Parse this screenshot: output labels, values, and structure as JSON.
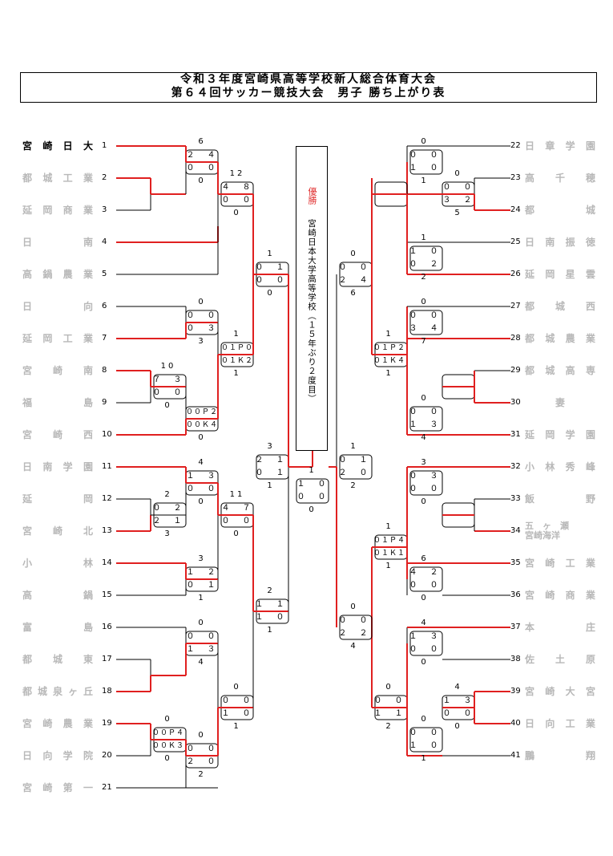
{
  "title": {
    "line1": "令和３年度宮崎県高等学校新人総合体育大会",
    "line2": "第６４回サッカー競技大会　男子 勝ち上がり表"
  },
  "champion": {
    "label": "優勝",
    "name": "宮崎日本大学高等学校（１５年ぶり２度目）"
  },
  "colors": {
    "win_line": "#e02020",
    "lose_line": "#000000",
    "eliminated_text": "#b8b8b8"
  },
  "teams_left": [
    {
      "seed": "1",
      "name": "宮崎日大"
    },
    {
      "seed": "2",
      "name": "都城工業"
    },
    {
      "seed": "3",
      "name": "延岡商業"
    },
    {
      "seed": "4",
      "name": "日　　南"
    },
    {
      "seed": "5",
      "name": "高鍋農業"
    },
    {
      "seed": "6",
      "name": "日　　向"
    },
    {
      "seed": "7",
      "name": "延岡工業"
    },
    {
      "seed": "8",
      "name": "宮　崎　南"
    },
    {
      "seed": "9",
      "name": "福　　島"
    },
    {
      "seed": "10",
      "name": "宮　崎　西"
    },
    {
      "seed": "11",
      "name": "日南学園"
    },
    {
      "seed": "12",
      "name": "延　　岡"
    },
    {
      "seed": "13",
      "name": "宮　崎　北"
    },
    {
      "seed": "14",
      "name": "小　　林"
    },
    {
      "seed": "15",
      "name": "高　　鍋"
    },
    {
      "seed": "16",
      "name": "富　　島"
    },
    {
      "seed": "17",
      "name": "都　城　東"
    },
    {
      "seed": "18",
      "name": "都城泉ヶ丘"
    },
    {
      "seed": "19",
      "name": "宮崎農業"
    },
    {
      "seed": "20",
      "name": "日向学院"
    },
    {
      "seed": "21",
      "name": "宮崎第一"
    }
  ],
  "teams_right": [
    {
      "seed": "22",
      "name": "日章学園"
    },
    {
      "seed": "23",
      "name": "高　千　穂"
    },
    {
      "seed": "24",
      "name": "都　　城"
    },
    {
      "seed": "25",
      "name": "日南振徳"
    },
    {
      "seed": "26",
      "name": "延岡星雲"
    },
    {
      "seed": "27",
      "name": "都　城　西"
    },
    {
      "seed": "28",
      "name": "都城農業"
    },
    {
      "seed": "29",
      "name": "都城高専"
    },
    {
      "seed": "30",
      "name": "妻"
    },
    {
      "seed": "31",
      "name": "延岡学園"
    },
    {
      "seed": "32",
      "name": "小林秀峰"
    },
    {
      "seed": "33",
      "name": "飯　　野"
    },
    {
      "seed": "34",
      "name": "五ヶ瀬宮崎海洋",
      "line1": "五　ヶ　瀬",
      "line2": "宮崎海洋"
    },
    {
      "seed": "35",
      "name": "宮崎工業"
    },
    {
      "seed": "36",
      "name": "宮崎商業"
    },
    {
      "seed": "37",
      "name": "本　　庄"
    },
    {
      "seed": "38",
      "name": "佐　土　原"
    },
    {
      "seed": "39",
      "name": "宮崎大宮"
    },
    {
      "seed": "40",
      "name": "日向工業"
    },
    {
      "seed": "41",
      "name": "鵬　　翔"
    }
  ],
  "scores": {
    "m1": {
      "total_top": "6",
      "half1": "２　４",
      "half2": "０　０",
      "total_bottom": "0"
    },
    "m2": {
      "total_top": "12",
      "half1": "４　８",
      "half2": "０　０",
      "total_bottom": "0"
    },
    "m3": {
      "total_top": "1",
      "half1": "０　１",
      "half2": "０　０",
      "total_bottom": "0"
    },
    "m4": {
      "total_top": "0",
      "half1": "０　０",
      "half2": "０　３",
      "total_bottom": "3"
    },
    "m5": {
      "total_top": "1",
      "half1": "０１Ｐ０",
      "half2": "０１Ｋ２",
      "total_bottom": "1"
    },
    "m6": {
      "total_top": "10",
      "half1": "７　３",
      "half2": "０　０",
      "total_bottom": "0"
    },
    "m7": {
      "total_top": "",
      "half1": "００Ｐ２",
      "half2": "００Ｋ４",
      "total_bottom": "0"
    },
    "m8": {
      "total_top": "3",
      "half1": "２　１",
      "half2": "０　１",
      "total_bottom": "1"
    },
    "m9": {
      "total_top": "4",
      "half1": "１　３",
      "half2": "０　０",
      "total_bottom": "0"
    },
    "m10": {
      "total_top": "2",
      "half1": "０　２",
      "half2": "２　１",
      "total_bottom": "3"
    },
    "m11": {
      "total_top": "11",
      "half1": "４　７",
      "half2": "０　０",
      "total_bottom": "0"
    },
    "m12": {
      "total_top": "3",
      "half1": "１　２",
      "half2": "０　１",
      "total_bottom": "1"
    },
    "m13": {
      "total_top": "2",
      "half1": "１　１",
      "half2": "１　０",
      "total_bottom": "1"
    },
    "m14": {
      "total_top": "0",
      "half1": "０　０",
      "half2": "１　３",
      "total_bottom": "4"
    },
    "m15": {
      "total_top": "0",
      "half1": "０　０",
      "half2": "１　０",
      "total_bottom": "1"
    },
    "m16": {
      "total_top": "0",
      "half1": "００Ｐ４",
      "half2": "００Ｋ３",
      "total_bottom": "0"
    },
    "m17": {
      "total_top": "0",
      "half1": "０　０",
      "half2": "２　０",
      "total_bottom": "2"
    },
    "final": {
      "total_top": "1",
      "half1": "１　０",
      "half2": "０　０",
      "total_bottom": "0"
    },
    "r1": {
      "total_top": "0",
      "half1": "０　０",
      "half2": "１　０",
      "total_bottom": "1"
    },
    "r2": {
      "total_top": "0",
      "half1": "０　０",
      "half2": "３　２",
      "total_bottom": "5"
    },
    "r3": {
      "total_top": "1",
      "half1": "１　０",
      "half2": "０　２",
      "total_bottom": "2"
    },
    "r4": {
      "total_top": "0",
      "half1": "０　０",
      "half2": "２　４",
      "total_bottom": "6"
    },
    "r5": {
      "total_top": "0",
      "half1": "０　０",
      "half2": "３　４",
      "total_bottom": "7"
    },
    "r6": {
      "total_top": "1",
      "half1": "０１Ｐ２",
      "half2": "０１Ｋ４",
      "total_bottom": "1"
    },
    "r7": {
      "total_top": "0",
      "half1": "０　０",
      "half2": "１　３",
      "total_bottom": "4"
    },
    "r8": {
      "total_top": "1",
      "half1": "０　１",
      "half2": "２　０",
      "total_bottom": "2"
    },
    "r9": {
      "total_top": "3",
      "half1": "０　３",
      "half2": "０　０",
      "total_bottom": "0"
    },
    "r10": {
      "total_top": "1",
      "half1": "０１Ｐ４",
      "half2": "０１Ｋ１",
      "total_bottom": "1"
    },
    "r11": {
      "total_top": "6",
      "half1": "４　２",
      "half2": "０　０",
      "total_bottom": "0"
    },
    "r12": {
      "total_top": "0",
      "half1": "０　０",
      "half2": "２　２",
      "total_bottom": "4"
    },
    "r13": {
      "total_top": "4",
      "half1": "１　３",
      "half2": "０　０",
      "total_bottom": "0"
    },
    "r14": {
      "total_top": "0",
      "half1": "０　０",
      "half2": "１　１",
      "total_bottom": "2"
    },
    "r15": {
      "total_top": "4",
      "half1": "１　３",
      "half2": "０　０",
      "total_bottom": "0"
    },
    "r16": {
      "total_top": "0",
      "half1": "０　０",
      "half2": "１　０",
      "total_bottom": "1"
    }
  }
}
